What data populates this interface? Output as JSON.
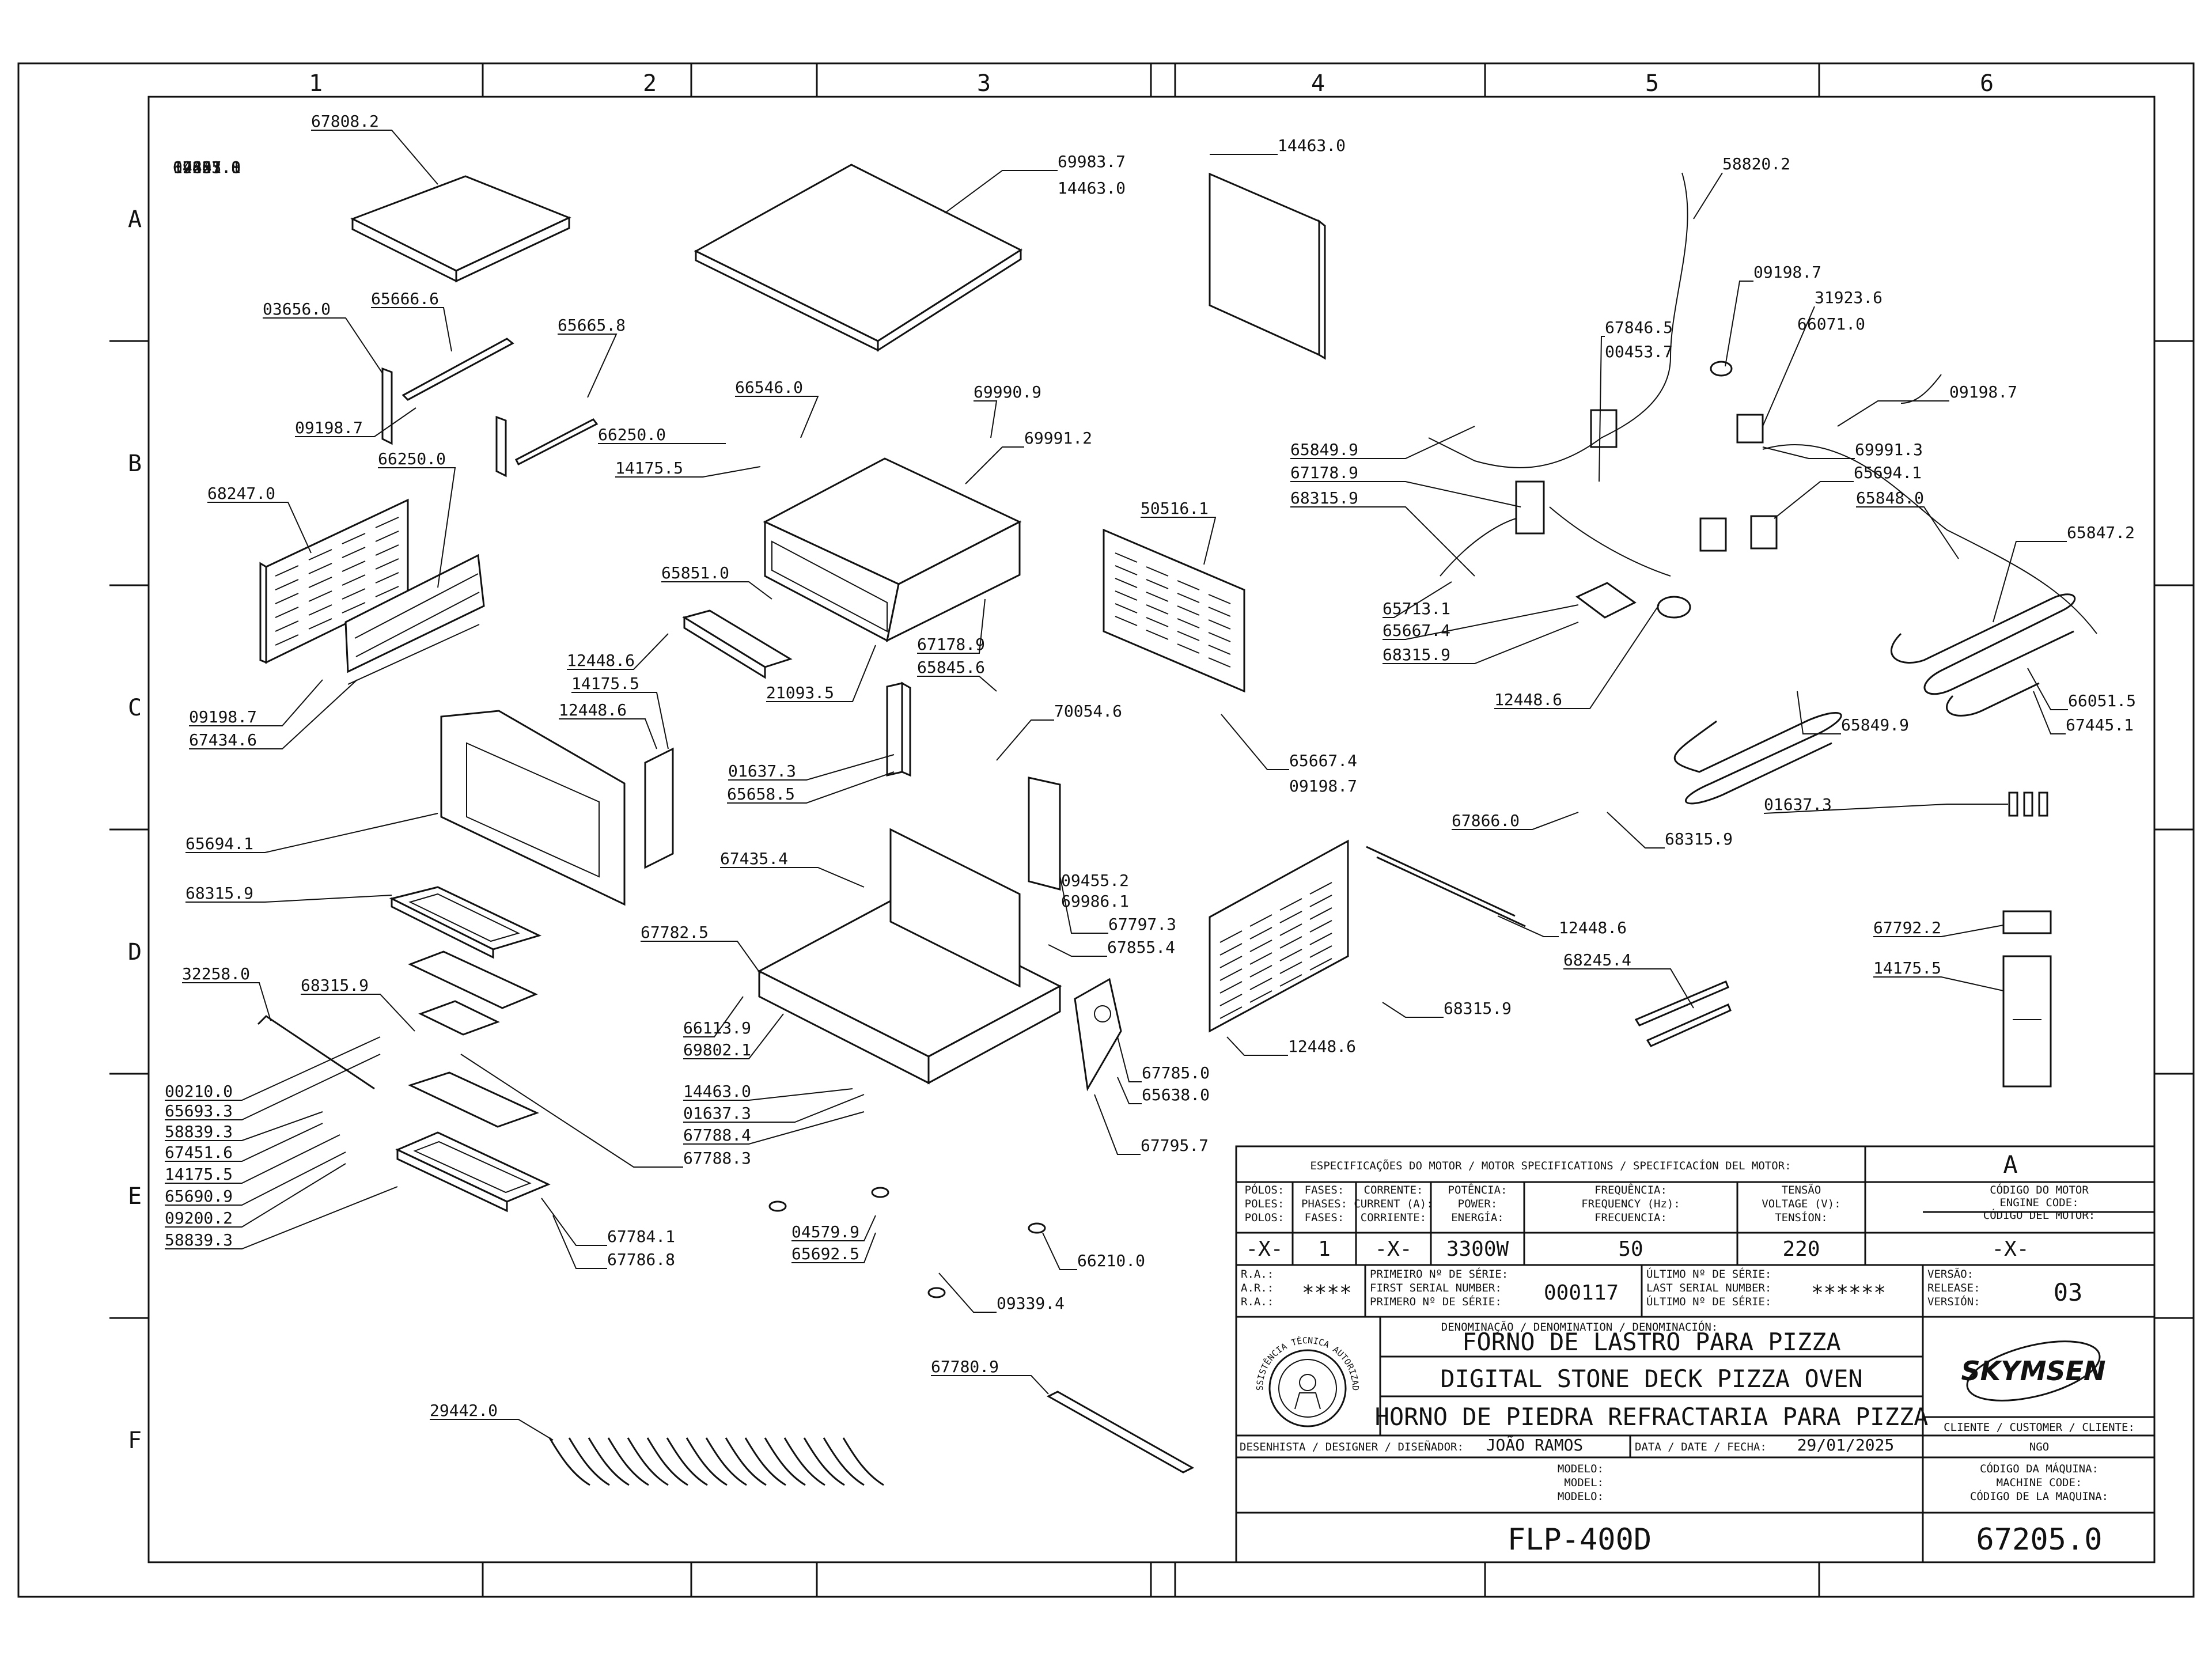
{
  "grid": {
    "columns": [
      "1",
      "2",
      "3",
      "4",
      "5",
      "6"
    ],
    "rows": [
      "A",
      "B",
      "C",
      "D",
      "E",
      "F"
    ]
  },
  "callouts": [
    "67808.2",
    "69983.7",
    "14463.0",
    "14463.0",
    "58820.2",
    "03656.0",
    "65666.6",
    "65665.8",
    "09198.7",
    "09198.7",
    "31923.6",
    "67846.5",
    "66071.0",
    "00453.7",
    "66546.0",
    "69990.9",
    "09198.7",
    "66250.0",
    "14175.5",
    "69991.2",
    "65849.9",
    "69991.3",
    "68247.0",
    "66250.0",
    "67178.9",
    "65694.1",
    "68315.9",
    "65848.0",
    "50516.1",
    "65847.2",
    "65851.0",
    "65713.1",
    "65667.4",
    "68315.9",
    "67178.9",
    "65845.6",
    "21093.5",
    "12448.6",
    "14175.5",
    "12448.6",
    "70054.6",
    "12448.6",
    "66051.5",
    "67445.1",
    "65849.9",
    "09198.7",
    "67434.6",
    "65667.4",
    "09198.7",
    "01637.3",
    "65658.5",
    "01637.3",
    "65694.1",
    "67866.0",
    "68315.9",
    "67435.4",
    "09455.2",
    "69986.1",
    "68315.9",
    "67797.3",
    "12448.6",
    "67792.2",
    "67855.4",
    "67782.5",
    "14175.5",
    "68245.4",
    "32258.0",
    "68315.9",
    "68315.9",
    "66113.9",
    "69802.1",
    "12448.6",
    "67785.0",
    "00210.0",
    "14463.0",
    "65638.0",
    "65693.3",
    "01637.3",
    "58839.3",
    "67788.4",
    "67451.6",
    "67795.7",
    "67788.3",
    "14175.5",
    "65690.9",
    "67784.1",
    "09200.2",
    "58839.3",
    "67786.8",
    "04579.9",
    "65692.5",
    "66210.0",
    "09339.4",
    "67780.9",
    "29442.0",
    "14463.0",
    "67857.0",
    "09627.0",
    "12445.1",
    "69831.8",
    "04203.0"
  ],
  "title_block": {
    "motor_header": "ESPECIFICAÇÕES DO MOTOR / MOTOR SPECIFICATIONS / SPECIFICACÍON DEL MOTOR:",
    "revision_letter": "A",
    "engine_code_label": [
      "CÓDIGO DO MOTOR",
      "ENGINE CODE:",
      "CÓDIGO DEL MOTOR:"
    ],
    "col_headers": {
      "poles": [
        "PÓLOS:",
        "POLES:",
        "POLOS:"
      ],
      "phases": [
        "FASES:",
        "PHASES:",
        "FASES:"
      ],
      "current": [
        "CORRENTE:",
        "CURRENT (A):",
        "CORRIENTE:"
      ],
      "power": [
        "POTÊNCIA:",
        "POWER:",
        "ENERGÍA:"
      ],
      "frequency": [
        "FREQUÊNCIA:",
        "FREQUENCY (Hz):",
        "FRECUENCIA:"
      ],
      "voltage": [
        "TENSÃO",
        "VOLTAGE (V):",
        "TENSÍON:"
      ]
    },
    "values": {
      "poles": "-X-",
      "phases": "1",
      "current": "-X-",
      "power": "3300W",
      "frequency": "50",
      "voltage": "220",
      "engine_code": "-X-"
    },
    "ra_labels": [
      "R.A.:",
      "A.R.:",
      "R.A.:"
    ],
    "ra_value": "****",
    "first_serial_labels": [
      "PRIMEIRO Nº DE SÉRIE:",
      "FIRST SERIAL NUMBER:",
      "PRIMERO Nº DE SÉRIE:"
    ],
    "first_serial": "000117",
    "last_serial_labels": [
      "ÚLTIMO Nº DE SÉRIE:",
      "LAST SERIAL NUMBER:",
      "ÚLTIMO Nº DE SÉRIE:"
    ],
    "last_serial": "******",
    "version_labels": [
      "VERSÃO:",
      "RELEASE:",
      "VERSIÓN:"
    ],
    "version": "03",
    "denomination_label": "DENOMINAÇÃO / DENOMINATION / DENOMINACIÓN:",
    "names": [
      "FORNO DE LASTRO PARA PIZZA",
      "DIGITAL STONE DECK PIZZA OVEN",
      "HORNO DE PIEDRA REFRACTARIA PARA PIZZA"
    ],
    "brand": "SKYMSEN",
    "seal_text": "ASSISTÊNCIA TÉCNICA AUTORIZADA",
    "client_label": "CLIENTE / CUSTOMER / CLIENTE:",
    "client": "NGO",
    "designer_label": "DESENHISTA / DESIGNER / DISEÑADOR:",
    "designer": "JOÃO RAMOS",
    "date_label": "DATA / DATE / FECHA:",
    "date": "29/01/2025",
    "model_labels": [
      "MODELO:",
      "MODEL:",
      "MODELO:"
    ],
    "machine_code_labels": [
      "CÓDIGO DA MÁQUINA:",
      "MACHINE CODE:",
      "CÓDIGO DE LA MAQUINA:"
    ],
    "model": "FLP-400D",
    "machine_code": "67205.0"
  }
}
